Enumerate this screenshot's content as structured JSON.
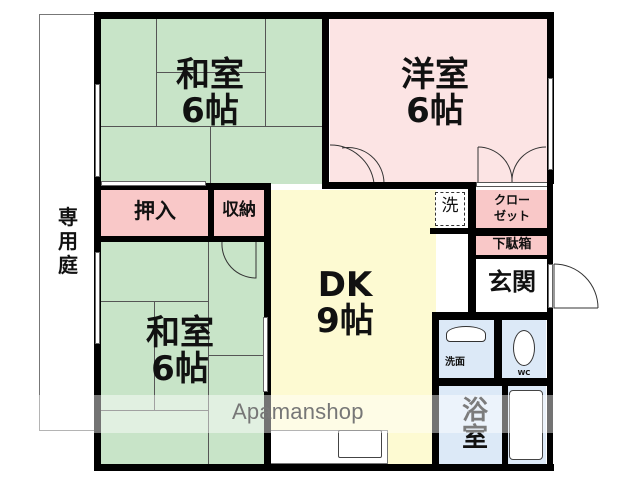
{
  "floor_plan": {
    "rooms": {
      "washitsu_top": {
        "name": "和室",
        "size": "6帖",
        "color": "#c8e4c8"
      },
      "yoshitsu": {
        "name": "洋室",
        "size": "6帖",
        "color": "#fce4e4"
      },
      "washitsu_bottom": {
        "name": "和室",
        "size": "6帖",
        "color": "#c8e4c8"
      },
      "dk": {
        "name": "DK",
        "size": "9帖",
        "color": "#fdfad2"
      },
      "oshiire": {
        "name": "押入",
        "color": "#f9c8c8"
      },
      "shuno": {
        "name": "収納",
        "color": "#f9c8c8"
      },
      "closet": {
        "name_line1": "クロー",
        "name_line2": "ゼット",
        "color": "#f9c8c8"
      },
      "getabako": {
        "name": "下駄箱",
        "color": "#f9c8c8"
      },
      "genkan": {
        "name": "玄関",
        "color": "#ffffff"
      },
      "washroom": {
        "name": "洗面",
        "color": "#dce9f7"
      },
      "wc": {
        "name": "WC",
        "color": "#dce9f7"
      },
      "bath": {
        "name_line1": "浴",
        "name_line2": "室",
        "color": "#dce9f7"
      },
      "laundry": {
        "name": "洗"
      }
    },
    "garden": {
      "name_line1": "専",
      "name_line2": "用",
      "name_line3": "庭"
    },
    "watermark": "Apamanshop"
  }
}
